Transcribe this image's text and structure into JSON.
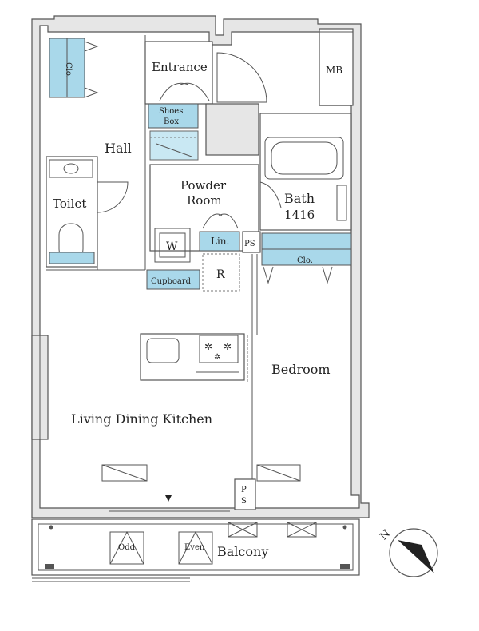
{
  "rooms": {
    "entrance": "Entrance",
    "mb": "MB",
    "closet_hall": "Clo.",
    "shoes_box_1": "Shoes",
    "shoes_box_2": "Box",
    "hall": "Hall",
    "toilet": "Toilet",
    "powder_room_1": "Powder",
    "powder_room_2": "Room",
    "bath_1": "Bath",
    "bath_2": "1416",
    "washer": "W",
    "linen": "Lin.",
    "ps_upper": "PS",
    "closet_bedroom": "Clo.",
    "cupboard": "Cupboard",
    "refrigerator": "R",
    "bedroom": "Bedroom",
    "ldk": "Living Dining Kitchen",
    "ps_lower_1": "P",
    "ps_lower_2": "S",
    "balcony": "Balcony",
    "odd": "Odd",
    "even": "Even"
  },
  "colors": {
    "storage_fill": "#a9d8ea",
    "wall_fill": "#e6e6e6",
    "line": "#555555"
  },
  "compass": {
    "label": "N",
    "icon": "north-arrow-icon"
  }
}
